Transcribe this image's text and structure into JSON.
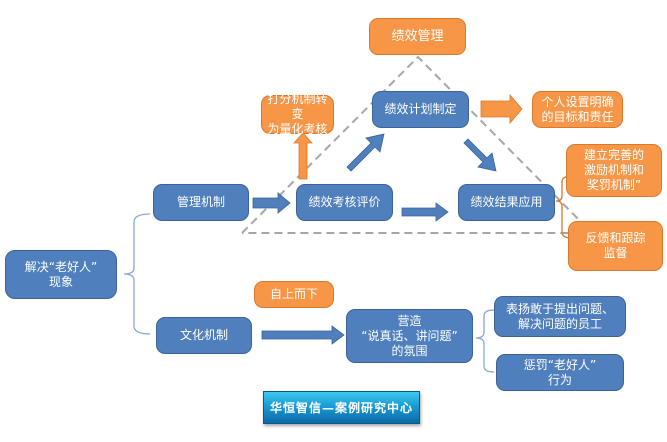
{
  "root": {
    "label": "解决“老好人”\n现象"
  },
  "branches": {
    "management": {
      "label": "管理机制"
    },
    "culture": {
      "label": "文化机制"
    }
  },
  "performance_cycle": {
    "title": "绩效管理",
    "plan": "绩效计划制定",
    "evaluate": "绩效考核评价",
    "apply": "绩效结果应用",
    "evaluate_note": "打分机制转变\n为量化考核",
    "plan_note": "个人设置明确\n的目标和责任",
    "apply_notes": [
      "建立完善的\n激励机制和\n奖罚机制”",
      "反馈和跟踪\n监督"
    ]
  },
  "culture_flow": {
    "direction": "自上而下",
    "atmosphere": "营造\n“说真话、讲问题”\n的氛围",
    "actions": [
      "表扬敢于提出问题、\n解决问题的员工",
      "惩罚“老好人”\n行为"
    ]
  },
  "footer": {
    "banner": "华恒智信—案例研究中心"
  },
  "colors": {
    "blue": "#4f7fbd",
    "orange": "#f79646",
    "dash": "#a6a6a6"
  }
}
